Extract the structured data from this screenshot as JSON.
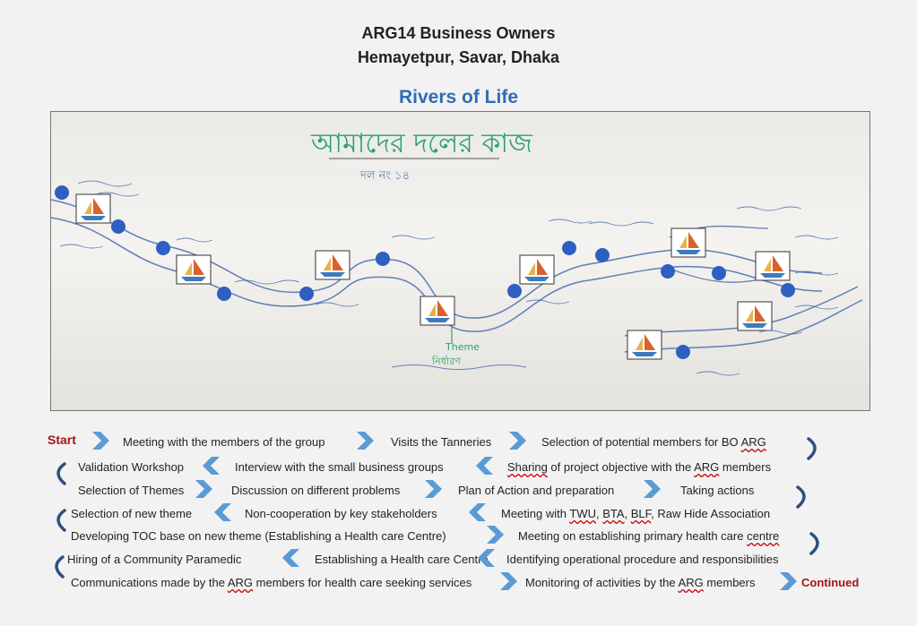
{
  "header": {
    "title_line1": "ARG14 Business Owners",
    "title_line2": "Hemayetpur, Savar, Dhaka",
    "subtitle": "Rivers of Life"
  },
  "photo": {
    "handwritten_title": "আমাদের দলের কাজ",
    "group_no": "দল নং ১৪",
    "theme_label": "Theme",
    "theme_bengali": "নির্ধারণ",
    "colors": {
      "river": "#5e7fb5",
      "dot": "#2f5fc1",
      "marker_green": "#2aa36a",
      "boat_frame": "#333333"
    }
  },
  "flow": {
    "start_label": "Start",
    "continued_label": "Continued",
    "row1": [
      "Meeting with the members of the group",
      "Visits the Tanneries",
      "Selection of potential members for BO ARG"
    ],
    "row2": [
      "Validation Workshop",
      "Interview with the small business groups",
      "Sharing of project objective with the ARG members"
    ],
    "row3": [
      "Selection of Themes",
      "Discussion on different problems",
      "Plan of Action and preparation",
      "Taking actions"
    ],
    "row4": [
      "Selection of new theme",
      "Non-cooperation by key stakeholders",
      "Meeting with TWU, BTA, BLF, Raw Hide Association"
    ],
    "row5": [
      "Developing TOC base on new theme (Establishing a Health care Centre)",
      "Meeting on establishing primary health care centre"
    ],
    "row6": [
      "Hiring of a Community Paramedic",
      "Establishing a Health care Centre",
      "Identifying operational procedure and responsibilities"
    ],
    "row7": [
      "Communications made by the ARG members for health care seeking services",
      "Monitoring of activities by the ARG members"
    ],
    "colors": {
      "chevron": "#5b9bd5",
      "start": "#a31515",
      "continued": "#a31515"
    }
  }
}
